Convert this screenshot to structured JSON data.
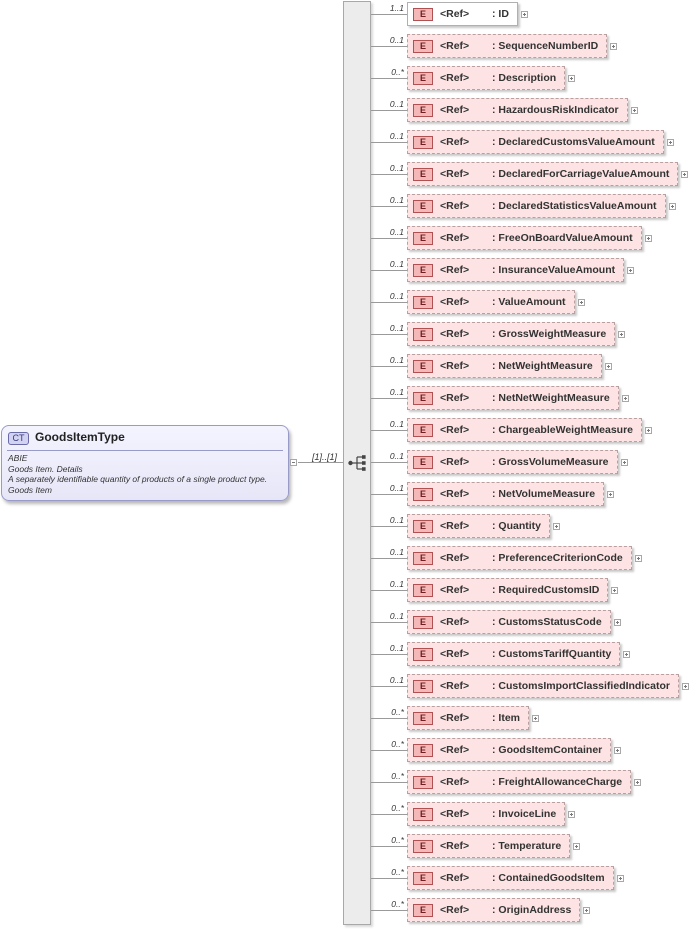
{
  "complex_type": {
    "badge": "CT",
    "name": "GoodsItemType",
    "doc_lines": [
      "ABIE",
      "Goods Item. Details",
      "A separately identifiable quantity of products of a single product type.",
      "Goods Item"
    ]
  },
  "sequence_multiplicity": "[1]..[1]",
  "element_badge": "E",
  "ref_label": "<Ref>",
  "elements": [
    {
      "name": ": ID",
      "occurrence": "1..1",
      "required": true
    },
    {
      "name": ": SequenceNumberID",
      "occurrence": "0..1"
    },
    {
      "name": ": Description",
      "occurrence": "0..*"
    },
    {
      "name": ": HazardousRiskIndicator",
      "occurrence": "0..1"
    },
    {
      "name": ": DeclaredCustomsValueAmount",
      "occurrence": "0..1"
    },
    {
      "name": ": DeclaredForCarriageValueAmount",
      "occurrence": "0..1"
    },
    {
      "name": ": DeclaredStatisticsValueAmount",
      "occurrence": "0..1"
    },
    {
      "name": ": FreeOnBoardValueAmount",
      "occurrence": "0..1"
    },
    {
      "name": ": InsuranceValueAmount",
      "occurrence": "0..1"
    },
    {
      "name": ": ValueAmount",
      "occurrence": "0..1"
    },
    {
      "name": ": GrossWeightMeasure",
      "occurrence": "0..1"
    },
    {
      "name": ": NetWeightMeasure",
      "occurrence": "0..1"
    },
    {
      "name": ": NetNetWeightMeasure",
      "occurrence": "0..1"
    },
    {
      "name": ": ChargeableWeightMeasure",
      "occurrence": "0..1"
    },
    {
      "name": ": GrossVolumeMeasure",
      "occurrence": "0..1"
    },
    {
      "name": ": NetVolumeMeasure",
      "occurrence": "0..1"
    },
    {
      "name": ": Quantity",
      "occurrence": "0..1"
    },
    {
      "name": ": PreferenceCriterionCode",
      "occurrence": "0..1"
    },
    {
      "name": ": RequiredCustomsID",
      "occurrence": "0..1"
    },
    {
      "name": ": CustomsStatusCode",
      "occurrence": "0..1"
    },
    {
      "name": ": CustomsTariffQuantity",
      "occurrence": "0..1"
    },
    {
      "name": ": CustomsImportClassifiedIndicator",
      "occurrence": "0..1"
    },
    {
      "name": ": Item",
      "occurrence": "0..*"
    },
    {
      "name": ": GoodsItemContainer",
      "occurrence": "0..*"
    },
    {
      "name": ": FreightAllowanceCharge",
      "occurrence": "0..*"
    },
    {
      "name": ": InvoiceLine",
      "occurrence": "0..*"
    },
    {
      "name": ": Temperature",
      "occurrence": "0..*"
    },
    {
      "name": ": ContainedGoodsItem",
      "occurrence": "0..*"
    },
    {
      "name": ": OriginAddress",
      "occurrence": "0..*"
    }
  ]
}
